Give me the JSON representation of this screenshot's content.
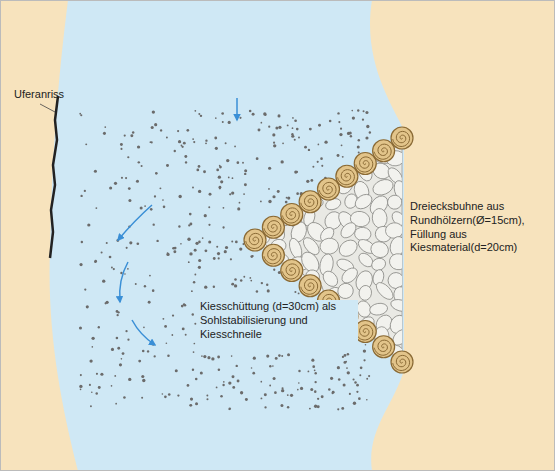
{
  "diagram": {
    "labels": [
      "Uferanriss",
      "Dreiecksbuhne aus Rundhölzern(Ø=15cm), Füllung aus Kiesmaterial(d=20cm)",
      "Kiesschüttung (d=30cm) als Sohlstabilisierung und Kiesschneile"
    ]
  }
}
